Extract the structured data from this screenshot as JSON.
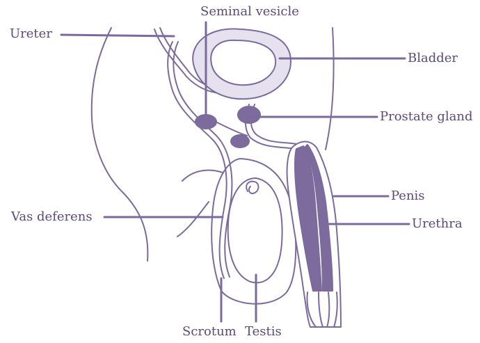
{
  "colors": {
    "line": "#7b6a9c",
    "organ_fill": "#e6e1ef",
    "dark_fill": "#7d6b9e",
    "label_text": "#5a4a7a",
    "background": "#ffffff"
  },
  "labels": {
    "seminal_vesicle": "Seminal vesicle",
    "ureter": "Ureter",
    "bladder": "Bladder",
    "prostate_gland": "Prostate gland",
    "penis": "Penis",
    "urethra": "Urethra",
    "vas_deferens": "Vas deferens",
    "scrotum": "Scrotum",
    "testis": "Testis"
  }
}
